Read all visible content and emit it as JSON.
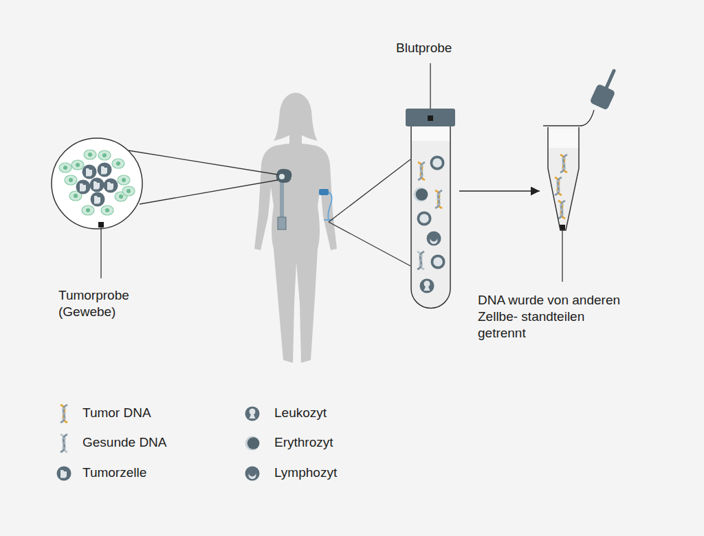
{
  "diagram": {
    "nodes": [
      {
        "text": [
          "Tumorprobe (Gewebe)"
        ]
      },
      {
        "text": [
          "Blutprobe"
        ]
      },
      {
        "text": [
          "DNA wurde von anderen Zellbe- standteilen getrennt"
        ]
      }
    ],
    "edges": [
      {
        "from": 1,
        "to": 2,
        "arrow": "to"
      }
    ],
    "legend": [
      {
        "text": "Tumor DNA"
      },
      {
        "text": "Gesunde DNA"
      },
      {
        "text": "Tumorzelle"
      },
      {
        "text": "Leukozyt"
      },
      {
        "text": "Erythrozyt"
      },
      {
        "text": "Lymphozyt"
      }
    ]
  }
}
